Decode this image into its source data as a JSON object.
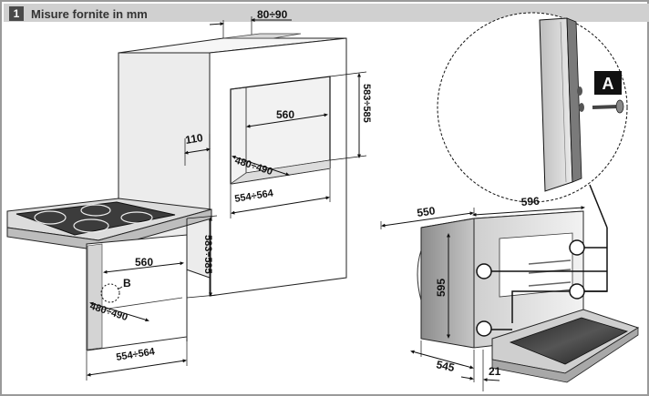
{
  "header": {
    "step_number": "1",
    "title": "Misure fornite in mm"
  },
  "dimensions": {
    "top_depth": "80÷90",
    "upper_niche_width": "560",
    "upper_niche_height": "583÷585",
    "upper_niche_depth": "480÷490",
    "upper_outer_width": "554÷564",
    "counter_depth": "110",
    "lower_niche_width": "560",
    "lower_niche_height": "583÷585",
    "lower_niche_depth": "480÷490",
    "lower_outer_width": "554÷564",
    "oven_depth": "550",
    "oven_width": "596",
    "oven_height": "595",
    "oven_bottom_depth": "545",
    "oven_door": "21"
  },
  "callouts": {
    "detail_a": "A",
    "point_b": "B"
  }
}
